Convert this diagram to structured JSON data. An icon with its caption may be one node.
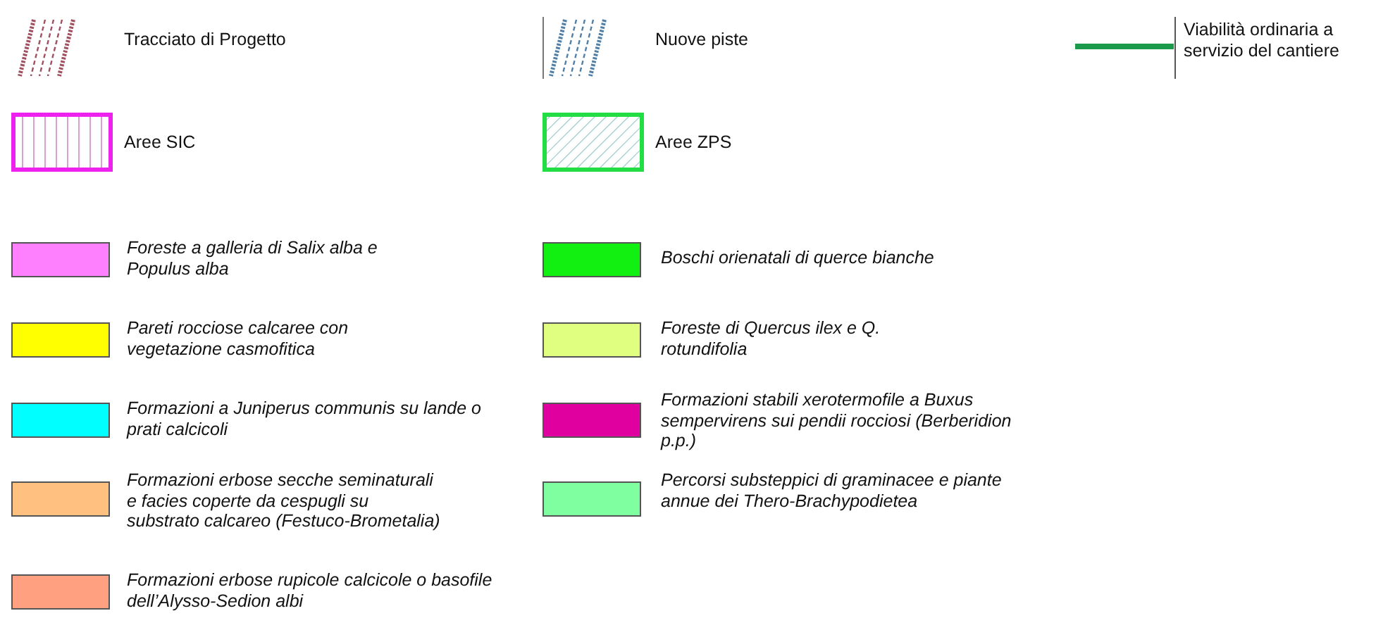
{
  "diagram": {
    "legend": [
      {
        "text": "Tracciato di Progetto"
      },
      {
        "text": "Nuove piste"
      },
      {
        "text": "Viabilità ordinaria a servizio del cantiere"
      },
      {
        "text": "Aree SIC"
      },
      {
        "text": "Aree ZPS"
      },
      {
        "text": "Foreste a galleria di Salix alba e Populus alba",
        "color": "#ff80ff"
      },
      {
        "text": "Boschi orienatali di querce bianche",
        "color": "#11f011"
      },
      {
        "text": "Pareti rocciose calcaree con vegetazione casmofitica",
        "color": "#ffff00"
      },
      {
        "text": "Foreste di Quercus ilex e Q. rotundifolia",
        "color": "#e0ff80"
      },
      {
        "text": "Formazioni a Juniperus communis su lande o prati calcicoli",
        "color": "#00ffff"
      },
      {
        "text": "Formazioni stabili xerotermofile a Buxus sempervirens sui pendii rocciosi (Berberidion p.p.)",
        "color": "#e000a0"
      },
      {
        "text": "Formazioni erbose secche seminaturali e facies coperte da cespugli su substrato calcareo (Festuco-Brometalia)",
        "color": "#ffc080"
      },
      {
        "text": "Percorsi substeppici di graminacee e piante annue dei Thero-Brachypodietea",
        "color": "#80ffa0"
      },
      {
        "text": "Formazioni erbose rupicole calcicole o basofile dell’Alysso-Sedion albi",
        "color": "#ffa080"
      }
    ]
  }
}
